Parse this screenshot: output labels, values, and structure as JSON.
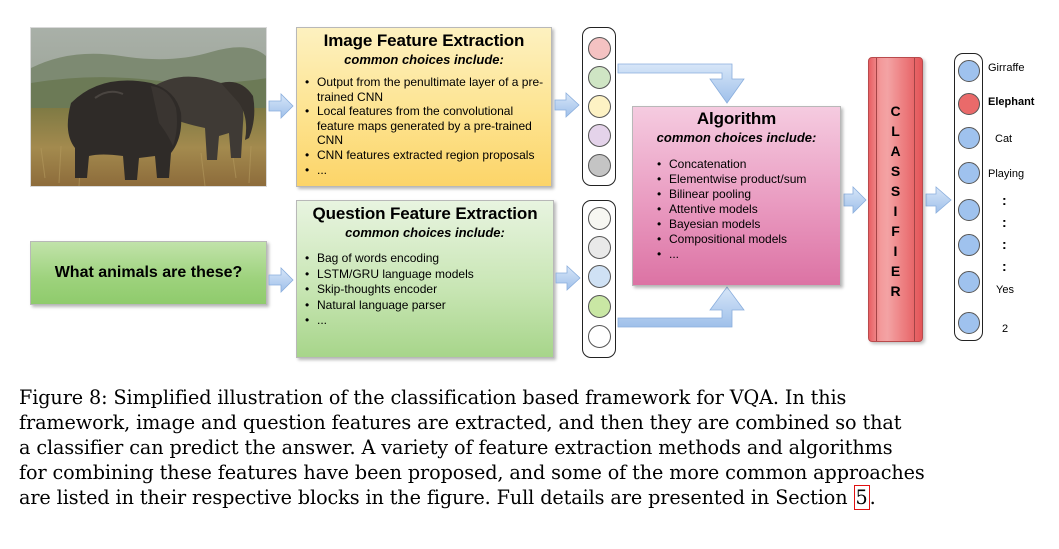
{
  "image_box": {
    "title": "Image Feature Extraction",
    "subtitle": "common choices include:",
    "items": [
      "Output from the penultimate layer of a pre-trained CNN",
      "Local features from the convolutional feature maps generated by a pre-trained CNN",
      "CNN features extracted region proposals",
      "..."
    ]
  },
  "question_box": {
    "title": "Question Feature Extraction",
    "subtitle": "common choices include:",
    "items": [
      "Bag of words encoding",
      "LSTM/GRU language models",
      "Skip-thoughts encoder",
      "Natural language parser",
      "..."
    ]
  },
  "question_text": "What animals are these?",
  "algorithm_box": {
    "title": "Algorithm",
    "subtitle": "common choices include:",
    "items": [
      "Concatenation",
      "Elementwise product/sum",
      "Bilinear pooling",
      "Attentive models",
      "Bayesian models",
      "Compositional models",
      "..."
    ]
  },
  "classifier_letters": [
    "C",
    "L",
    "A",
    "S",
    "S",
    "I",
    "F",
    "I",
    "E",
    "R"
  ],
  "output_labels": [
    "Girraffe",
    "Elephant",
    "Cat",
    "Playing",
    ":",
    ":",
    ":",
    ":",
    "Yes",
    "2"
  ],
  "image_vector_colors": [
    "#f4c2c2",
    "#cfe5c4",
    "#fdf2c4",
    "#e4d3ea",
    "#c4c4c4"
  ],
  "question_vector_colors": [
    "#f7f7f2",
    "#e9e9e9",
    "#cfe1f4",
    "#c9e7a4",
    "#ffffff"
  ],
  "output_colors": {
    "default": "#9fc2ee",
    "selected": "#ea6a6a"
  },
  "caption": {
    "line1": "Figure 8:  Simplified illustration of the classification based framework for VQA. In this",
    "line2": "framework, image and question features are extracted, and then they are combined so that",
    "line3": "a classifier can predict the answer.  A variety of feature extraction methods and algorithms",
    "line4": "for combining these features have been proposed, and some of the more common approaches",
    "line5_text": "are listed in their respective blocks in the figure. Full details are presented in Section ",
    "section_ref": "5",
    "line5_end": "."
  }
}
